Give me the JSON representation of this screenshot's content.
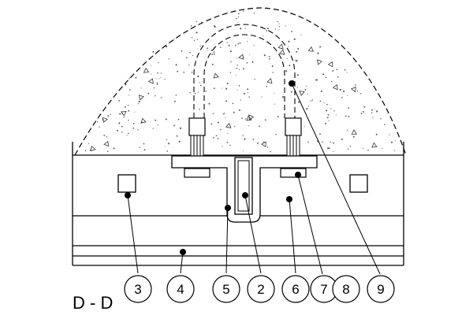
{
  "section_label": "D - D",
  "callouts": [
    {
      "key": "3",
      "label": "3"
    },
    {
      "key": "4",
      "label": "4"
    },
    {
      "key": "5",
      "label": "5"
    },
    {
      "key": "2",
      "label": "2"
    },
    {
      "key": "6",
      "label": "6"
    },
    {
      "key": "7",
      "label": "7"
    },
    {
      "key": "8",
      "label": "8"
    },
    {
      "key": "9",
      "label": "9"
    }
  ],
  "colors": {
    "line": "#000000",
    "background": "#ffffff",
    "hatch_dots": "#555555"
  }
}
